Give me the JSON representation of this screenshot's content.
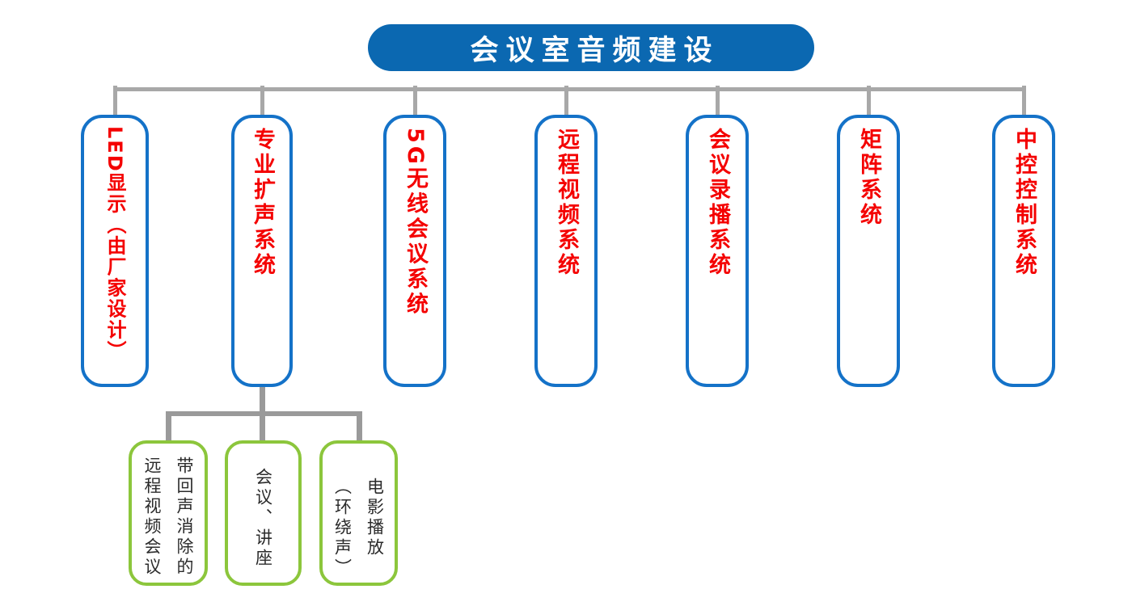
{
  "root": {
    "label": "会议室音频建设"
  },
  "level1": [
    {
      "label": "LED显示（由厂家设计）"
    },
    {
      "label": "专业扩声系统"
    },
    {
      "label": "5G无线会议系统"
    },
    {
      "label": "远程视频系统"
    },
    {
      "label": "会议录播系统"
    },
    {
      "label": "矩阵系统"
    },
    {
      "label": "中控控制系统"
    }
  ],
  "level2": [
    {
      "label": "带回声消除的\n远程视频会议"
    },
    {
      "label": "会议、讲座"
    },
    {
      "label": "电影播放\n（环绕声）"
    }
  ],
  "colors": {
    "root_fill": "#0B68B1",
    "node_border": "#1472C8",
    "node_text": "#F40000",
    "child_border": "#8CC63C",
    "child_text": "#2B2B2B",
    "connector": "#A8A8A8",
    "connector_child": "#9A9A9A"
  }
}
